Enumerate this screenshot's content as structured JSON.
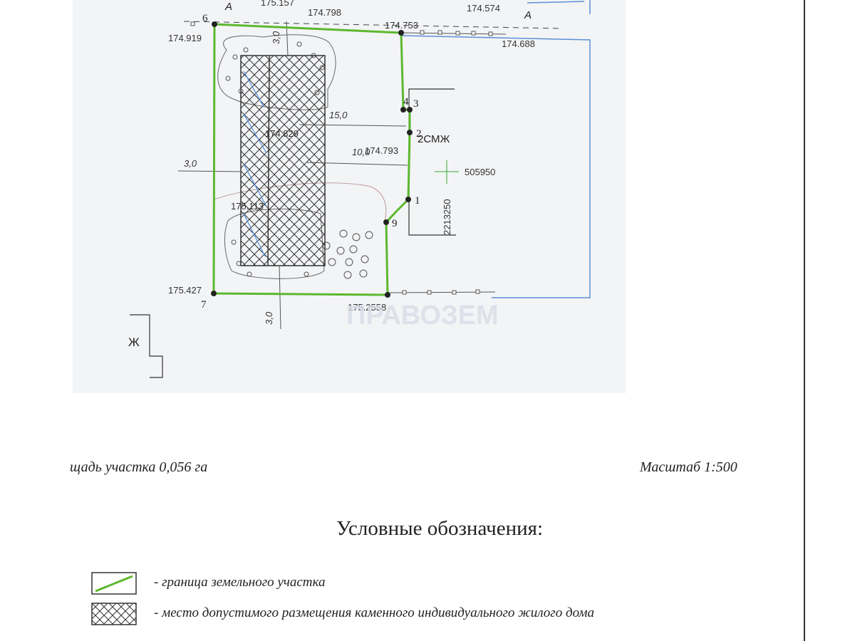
{
  "map": {
    "elevations": {
      "e_174919": "174.919",
      "e_174798": "174.798",
      "e_175157": "175.157",
      "e_174753": "174.753",
      "e_174688": "174.688",
      "e_174574": "174.574",
      "e_174829": "174.829",
      "e_174793": "174.793",
      "e_175113": "175.113",
      "e_175427": "175.427",
      "e_1752558": "175.2558"
    },
    "point_labels": [
      "1",
      "2",
      "3",
      "4",
      "6",
      "7",
      "9"
    ],
    "dimensions": {
      "d15": "15,0",
      "d10": "10,0",
      "d3_left": "3,0",
      "d3_bottom": "3,0",
      "d3_top": "3,0"
    },
    "section_marks": {
      "a_left": "А",
      "a_right": "А",
      "zh": "Ж"
    },
    "zone_label": "2СМЖ",
    "coord_x": "505950",
    "coord_y": "2213250",
    "watermark": "ПРАВОЗЕМ"
  },
  "footer": {
    "area": "щадь участка 0,056 га",
    "scale": "Масштаб 1:500"
  },
  "legend": {
    "title": "Условные обозначения:",
    "items": [
      {
        "label": "- граница земельного участка"
      },
      {
        "label": "- место допустимого размещения каменного индивидуального жилого дома"
      }
    ]
  },
  "colors": {
    "boundary": "#5cb82e",
    "blue_line": "#5b8fd6",
    "hatch": "#333333"
  }
}
